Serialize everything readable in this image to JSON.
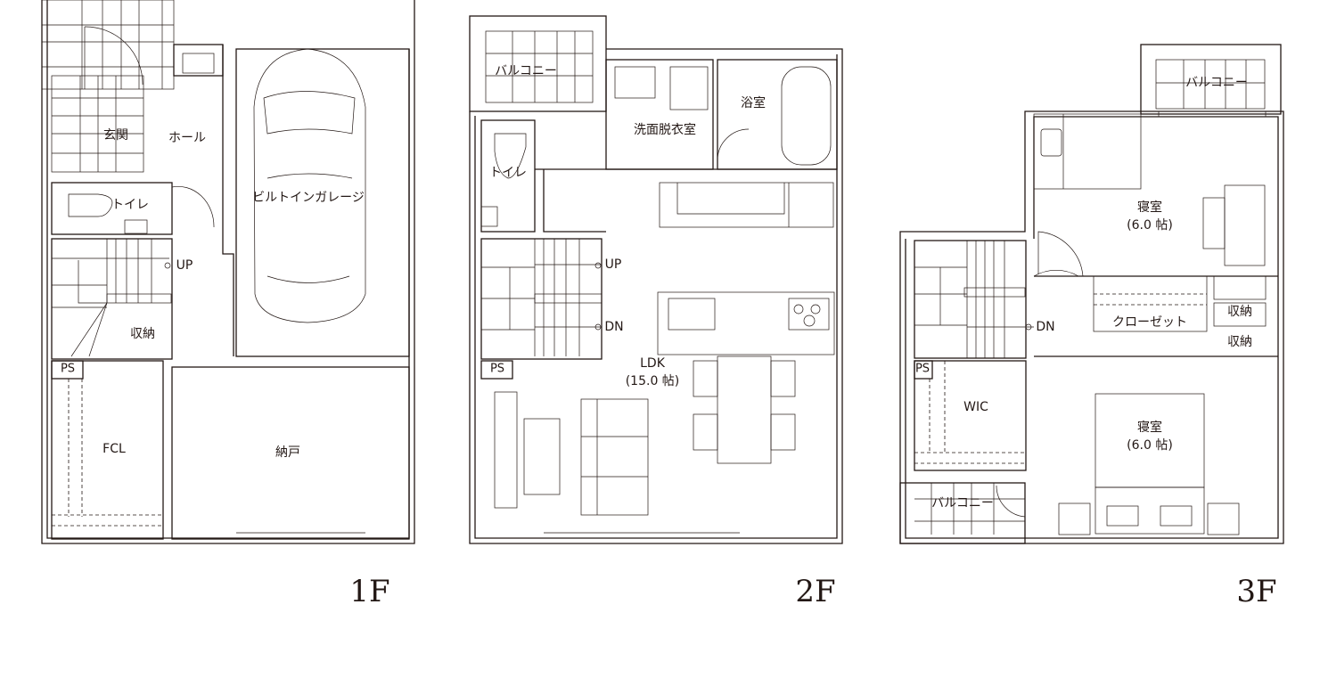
{
  "floors": {
    "f1": {
      "label": "1F",
      "rooms": {
        "entrance": "玄関",
        "hall": "ホール",
        "toilet": "トイレ",
        "up": "UP",
        "storage": "収納",
        "ps": "PS",
        "fcl": "FCL",
        "closet_room": "納戸",
        "garage": "ビルトインガレージ"
      }
    },
    "f2": {
      "label": "2F",
      "rooms": {
        "balcony": "バルコニー",
        "washroom": "洗面脱衣室",
        "bath": "浴室",
        "toilet": "トイレ",
        "up": "UP",
        "dn": "DN",
        "ps": "PS",
        "ldk": "LDK",
        "ldk_size": "(15.0 帖)"
      }
    },
    "f3": {
      "label": "3F",
      "rooms": {
        "balcony_north": "バルコニー",
        "bedroom1": "寝室",
        "bedroom1_size": "(6.0 帖)",
        "closet": "クローゼット",
        "storage1": "収納",
        "storage2": "収納",
        "dn": "DN",
        "ps": "PS",
        "wic": "WIC",
        "bedroom2": "寝室",
        "bedroom2_size": "(6.0 帖)",
        "balcony_south": "バルコニー"
      }
    }
  }
}
